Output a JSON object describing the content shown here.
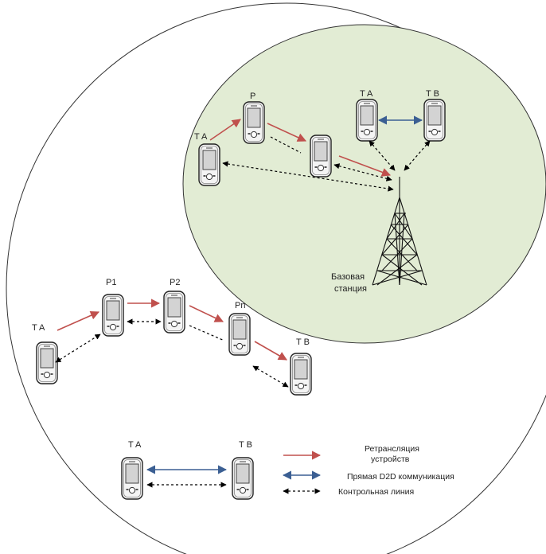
{
  "colors": {
    "relay": "#c0504d",
    "direct": "#3b5f93",
    "control": "#000000",
    "cell_fill": "#e2ecd4",
    "cell_stroke": "#333333",
    "device_body": "#f2f2f2",
    "device_screen": "#cfcfcf"
  },
  "icons": {
    "device": "mobile-device-icon",
    "tower": "cell-tower-icon"
  },
  "cell": {
    "device_ta": "T A",
    "device_p": "P",
    "device_ta2": "T A",
    "device_tb": "T B",
    "station_line1": "Базовая",
    "station_line2": "станция"
  },
  "chain": {
    "ta": "T A",
    "p1": "P1",
    "p2": "P2",
    "pn": "Pn",
    "tb": "T B"
  },
  "legend": {
    "ta": "T A",
    "tb": "T B",
    "relay_line1": "Ретрансляция",
    "relay_line2": "устройств",
    "direct": "Прямая D2D коммуникация",
    "control": "Контрольная линия"
  }
}
